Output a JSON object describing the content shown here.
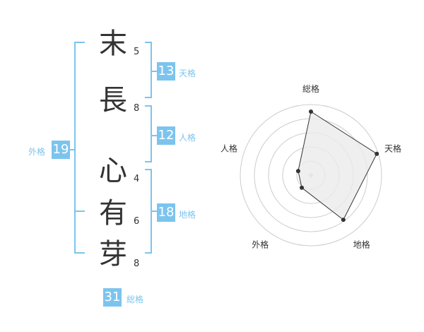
{
  "name": {
    "chars": [
      {
        "char": "末",
        "strokes": "5"
      },
      {
        "char": "長",
        "strokes": "8"
      },
      {
        "char": "心",
        "strokes": "4"
      },
      {
        "char": "有",
        "strokes": "6"
      },
      {
        "char": "芽",
        "strokes": "8"
      }
    ]
  },
  "kakusu": {
    "tenkaku": {
      "label": "天格",
      "value": "13"
    },
    "jinkaku": {
      "label": "人格",
      "value": "12"
    },
    "chikaku": {
      "label": "地格",
      "value": "18"
    },
    "gaikaku": {
      "label": "外格",
      "value": "19"
    },
    "soukaku": {
      "label": "総格",
      "value": "31"
    }
  },
  "radar": {
    "axes": [
      "総格",
      "天格",
      "地格",
      "外格",
      "人格"
    ],
    "values": [
      0.9,
      0.98,
      0.78,
      0.22,
      0.19
    ],
    "rings": 5,
    "colors": {
      "fill": "#ebebeb",
      "line": "#333333",
      "ring": "#cccccc",
      "point": "#333333"
    }
  },
  "colors": {
    "accent": "#7cc4ee"
  }
}
